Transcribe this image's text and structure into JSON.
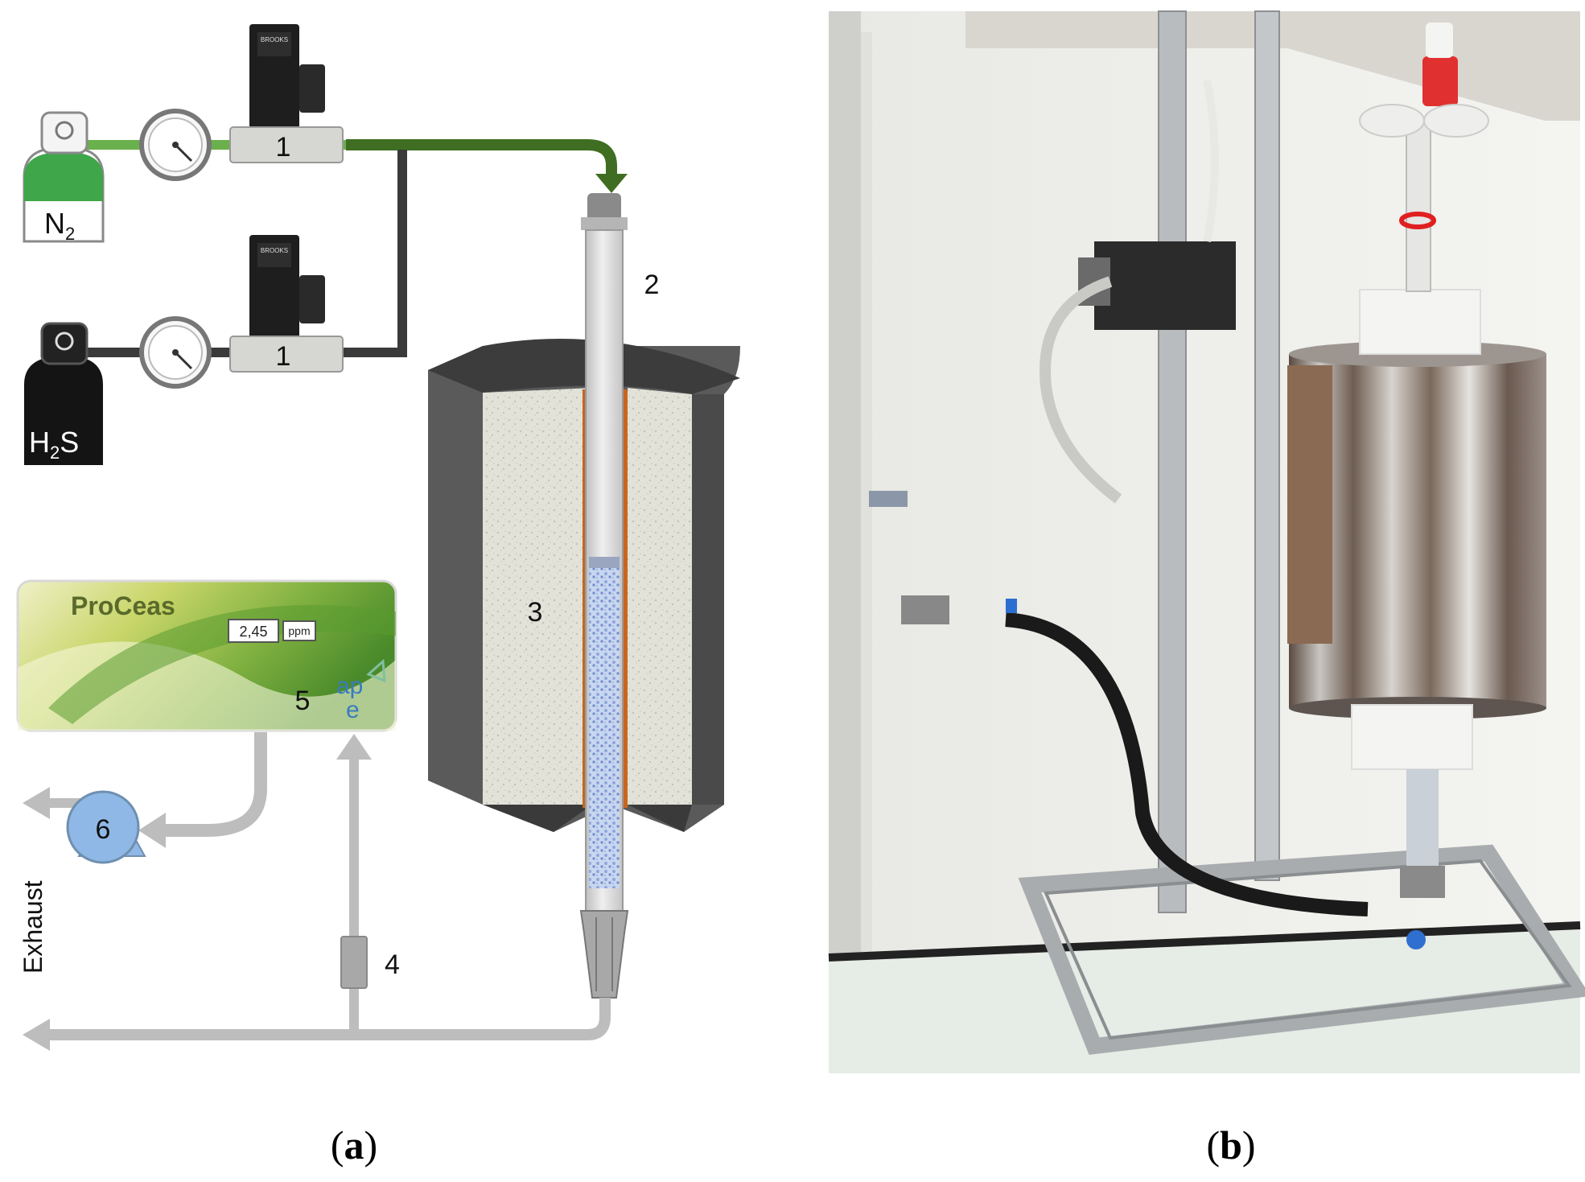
{
  "panel_a": {
    "cylinder_n2": {
      "formula": "N",
      "subscript": "2"
    },
    "cylinder_h2s": {
      "formula_prefix": "H",
      "subscript": "2",
      "formula_suffix": "S"
    },
    "mfc_top_label": "1",
    "mfc_bottom_label": "1",
    "reactor_tube_label": "2",
    "furnace_label": "3",
    "filter_label": "4",
    "analyzer_label": "5",
    "pump_label": "6",
    "exhaust_label": "Exhaust",
    "analyzer": {
      "brand": "ProCeas",
      "display_value": "2,45",
      "display_unit": "ppm",
      "logo_text_top": "ap",
      "logo_text_bottom": "e"
    },
    "mfc_brand": "BROOKS"
  },
  "captions": {
    "a_letter": "a",
    "b_letter": "b"
  },
  "colors": {
    "n2_line": "#6ab04c",
    "n2_arrow": "#3f6e22",
    "h2s_line": "#3a3a3a",
    "exhaust_line": "#bdbdbd",
    "furnace_outer": "#5a5a5a",
    "insulation": "#dcdcd4",
    "heater": "#c8661e",
    "pump": "#8fb8e6",
    "sorbent": "#8ea8dc"
  }
}
